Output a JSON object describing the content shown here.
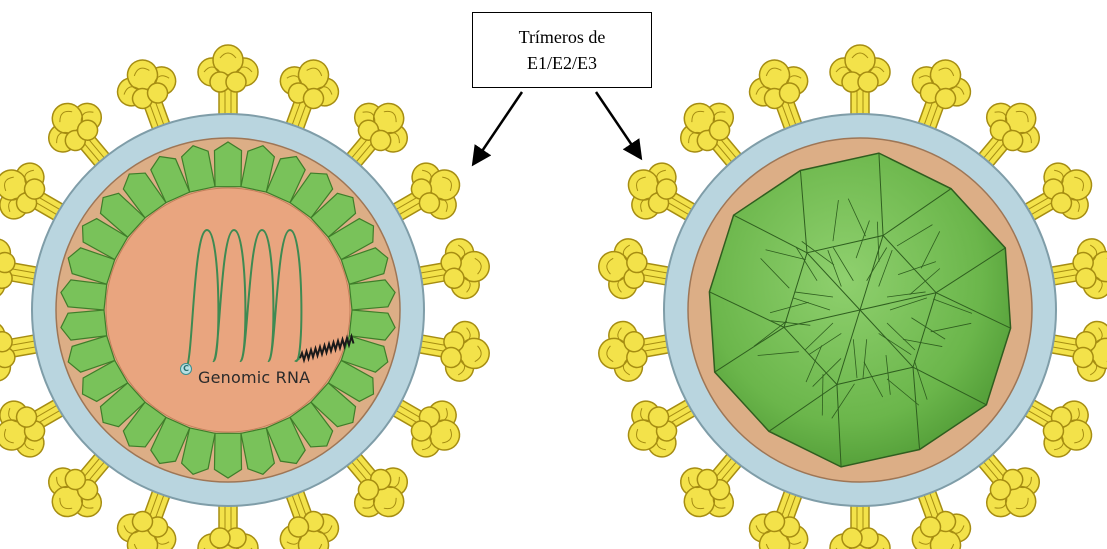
{
  "callout": {
    "line1": "Trímeros de",
    "line2": "E1/E2/E3"
  },
  "left_virion": {
    "rna_label": "Genomic RNA",
    "terminus_marker": "C"
  },
  "colors": {
    "spike_yellow": "#f3e24a",
    "spike_outline": "#a68d12",
    "membrane_blue": "#b9d5df",
    "membrane_edge": "#7f9da8",
    "capsid_green": "#79c25a",
    "capsid_dark": "#3f7d2a",
    "core_salmon": "#e9a57f",
    "tan_layer": "#dcae86"
  }
}
